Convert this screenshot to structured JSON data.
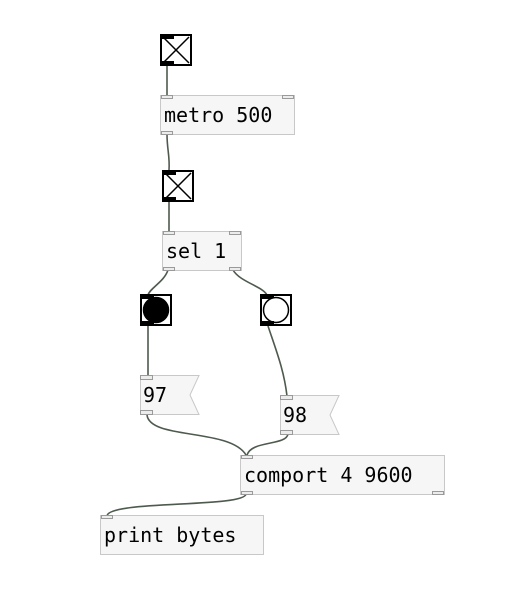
{
  "patch": {
    "objects": {
      "metro": "metro 500",
      "sel": "sel 1",
      "comport": "comport 4 9600",
      "print": "print bytes"
    },
    "messages": {
      "msg_97": "97",
      "msg_98": "98"
    },
    "toggles": {
      "toggle_top": {
        "state": "on"
      },
      "toggle_mid": {
        "state": "on"
      }
    },
    "bangs": {
      "bang_left": {
        "state": "active"
      },
      "bang_right": {
        "state": "inactive"
      }
    },
    "colors": {
      "wire": "#4f5a4f",
      "box_fill": "#f6f6f6",
      "box_border": "#c8c8c8",
      "bang_active": "#000000"
    }
  }
}
